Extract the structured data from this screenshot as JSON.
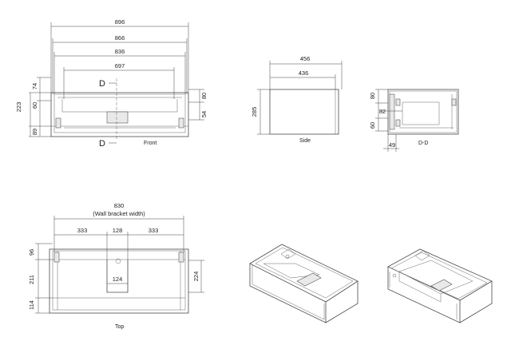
{
  "front": {
    "caption": "Front",
    "widths": [
      "896",
      "866",
      "836",
      "697"
    ],
    "heights_left": [
      "74",
      "60",
      "223",
      "89"
    ],
    "heights_right": [
      "80",
      "54"
    ],
    "section_marker": "D"
  },
  "side": {
    "caption": "Side",
    "widths": [
      "456",
      "436"
    ],
    "height": "285"
  },
  "section_dd": {
    "caption": "D-D",
    "dims": [
      "80",
      "82",
      "60",
      "49"
    ]
  },
  "top": {
    "caption": "Top",
    "width": "830",
    "width_note": "(Wall bracket width)",
    "segments": [
      "333",
      "128",
      "333"
    ],
    "cutout": "124",
    "heights_left": [
      "96",
      "211",
      "114"
    ],
    "height_right": "224"
  }
}
